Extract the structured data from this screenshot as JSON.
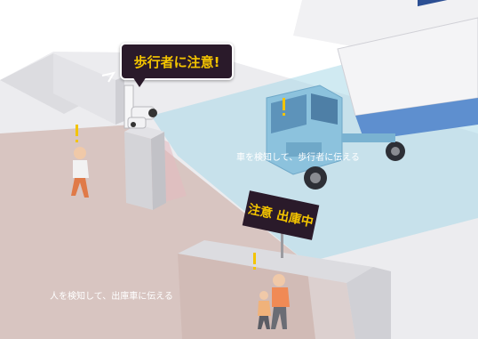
{
  "speech_bubble": {
    "text": "歩行者に注意!"
  },
  "parking_sign": {
    "text": "注意 出庫中"
  },
  "captions": {
    "vehicle_detect": "車を検知して、歩行者に伝える",
    "person_detect": "人を検知して、出庫車に伝える"
  },
  "colors": {
    "alert_bg": "#2a1a2a",
    "alert_text": "#f3c400",
    "pedestrian_zone": "#c9a59a",
    "vehicle_zone": "#a9d8e8"
  },
  "icons": [
    "exclamation-icon",
    "camera-icon"
  ]
}
